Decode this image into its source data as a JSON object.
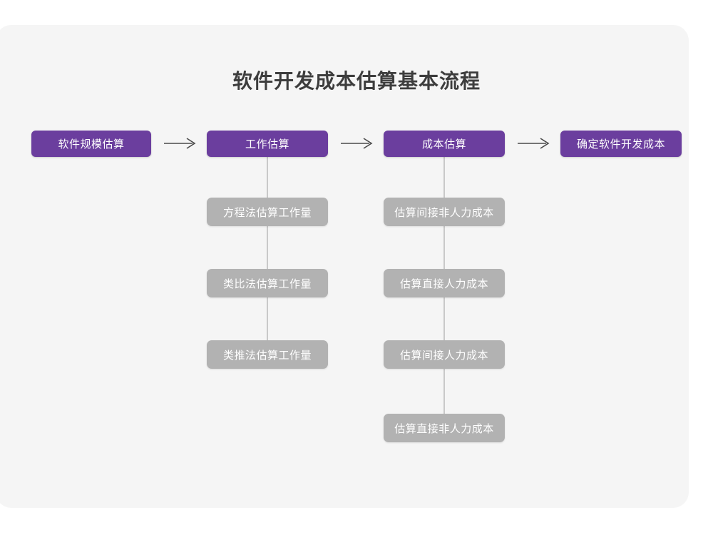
{
  "page": {
    "title": "软件开发成本估算基本流程",
    "background_color": "#ffffff",
    "card_color": "#f5f5f5",
    "primary_color": "#6b3e9e",
    "secondary_color": "#b2b2b2",
    "connector_color": "#c9c9c9",
    "arrow_color": "#4a4a4a"
  },
  "flow": {
    "main_steps": [
      {
        "label": "软件规模估算"
      },
      {
        "label": "工作估算"
      },
      {
        "label": "成本估算"
      },
      {
        "label": "确定软件开发成本"
      }
    ],
    "arrows": [
      {
        "name": "arrow-1",
        "glyph": "→"
      },
      {
        "name": "arrow-2",
        "glyph": "→"
      },
      {
        "name": "arrow-3",
        "glyph": "→"
      }
    ],
    "branches": [
      {
        "parent": "工作估算",
        "items": [
          {
            "label": "方程法估算工作量"
          },
          {
            "label": "类比法估算工作量"
          },
          {
            "label": "类推法估算工作量"
          }
        ]
      },
      {
        "parent": "成本估算",
        "items": [
          {
            "label": "估算间接非人力成本"
          },
          {
            "label": "估算直接人力成本"
          },
          {
            "label": "估算间接人力成本"
          },
          {
            "label": "估算直接非人力成本"
          }
        ]
      }
    ]
  }
}
